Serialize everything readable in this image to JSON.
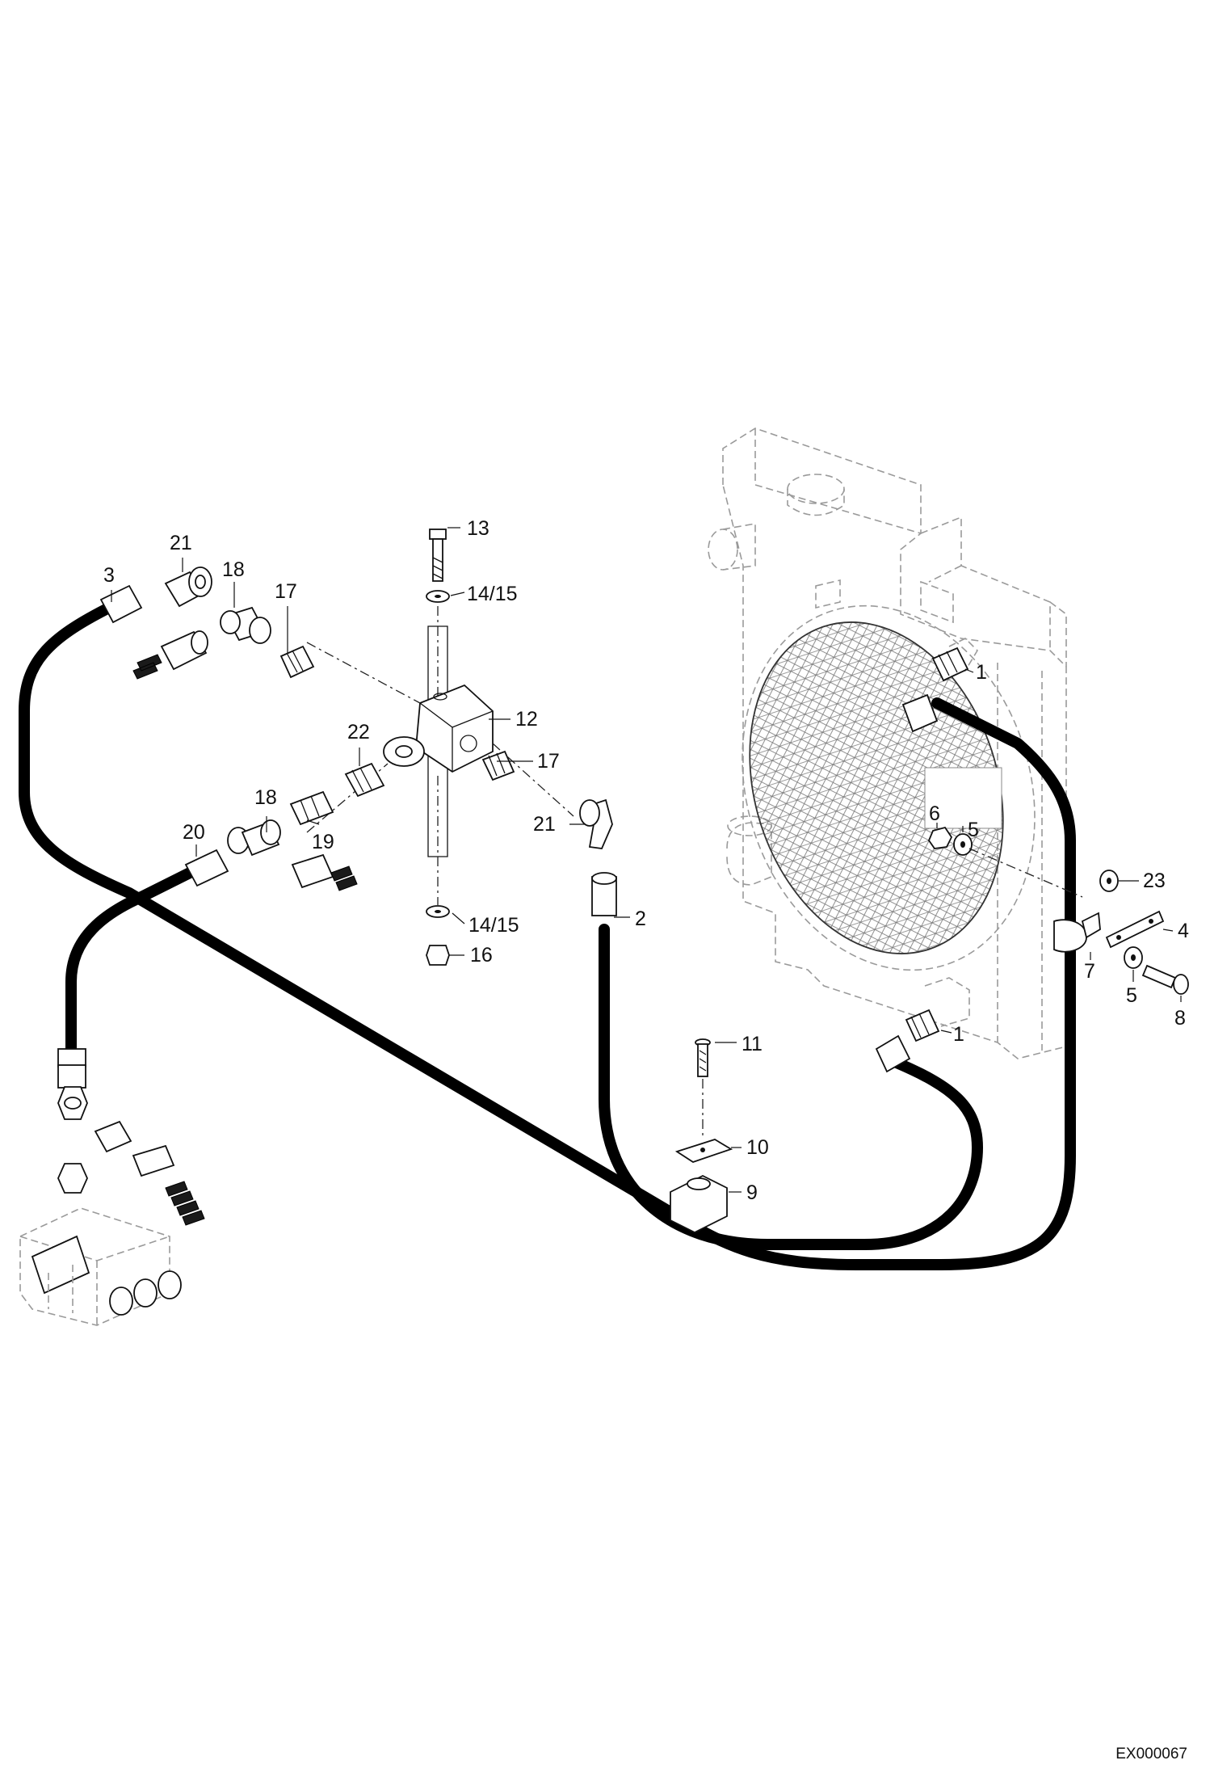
{
  "reference_code": "EX000067",
  "callouts": {
    "c1a": "1",
    "c1b": "1",
    "c2": "2",
    "c3": "3",
    "c4": "4",
    "c5a": "5",
    "c5b": "5",
    "c6": "6",
    "c7": "7",
    "c8": "8",
    "c9": "9",
    "c10": "10",
    "c11": "11",
    "c12": "12",
    "c13": "13",
    "c14a": "14/15",
    "c14b": "14/15",
    "c16": "16",
    "c17a": "17",
    "c17b": "17",
    "c18a": "18",
    "c18b": "18",
    "c19": "19",
    "c20": "20",
    "c21a": "21",
    "c21b": "21",
    "c22": "22",
    "c23": "23"
  },
  "icons": [
    "hydraulic-hose",
    "radiator-oil-cooler",
    "control-valve-block",
    "hose-clamp",
    "fitting",
    "bolt",
    "washer",
    "nut"
  ]
}
